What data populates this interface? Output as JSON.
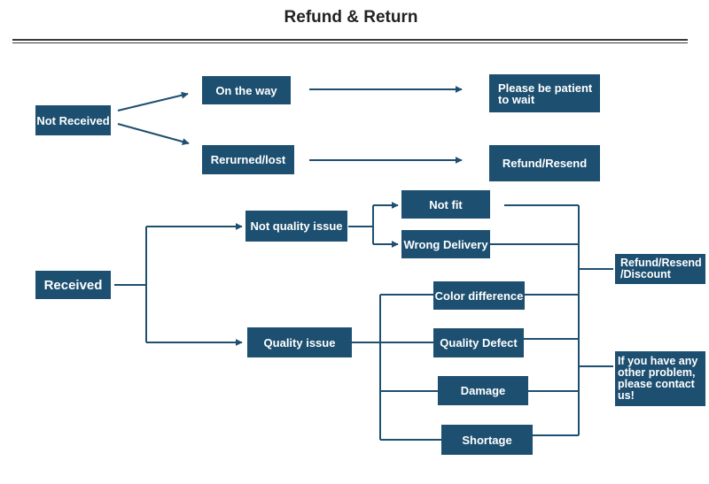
{
  "title": "Refund & Return",
  "nodes": {
    "not_received": "Not Received",
    "on_the_way": "On the way",
    "please_wait": "Please be patient\nto wait",
    "returned_lost": "Rerurned/lost",
    "refund_resend": "Refund/Resend",
    "received": "Received",
    "not_quality_issue": "Not quality issue",
    "not_fit": "Not fit",
    "wrong_delivery": "Wrong Delivery",
    "quality_issue": "Quality issue",
    "color_difference": "Color difference",
    "quality_defect": "Quality Defect",
    "damage": "Damage",
    "shortage": "Shortage",
    "refund_resend_discount": "Refund/Resend\n/Discount",
    "contact_us": "If you have any\nother problem,\nplease contact\nus!"
  },
  "colors": {
    "box": "#1d4f70",
    "line": "#1d4f70"
  }
}
